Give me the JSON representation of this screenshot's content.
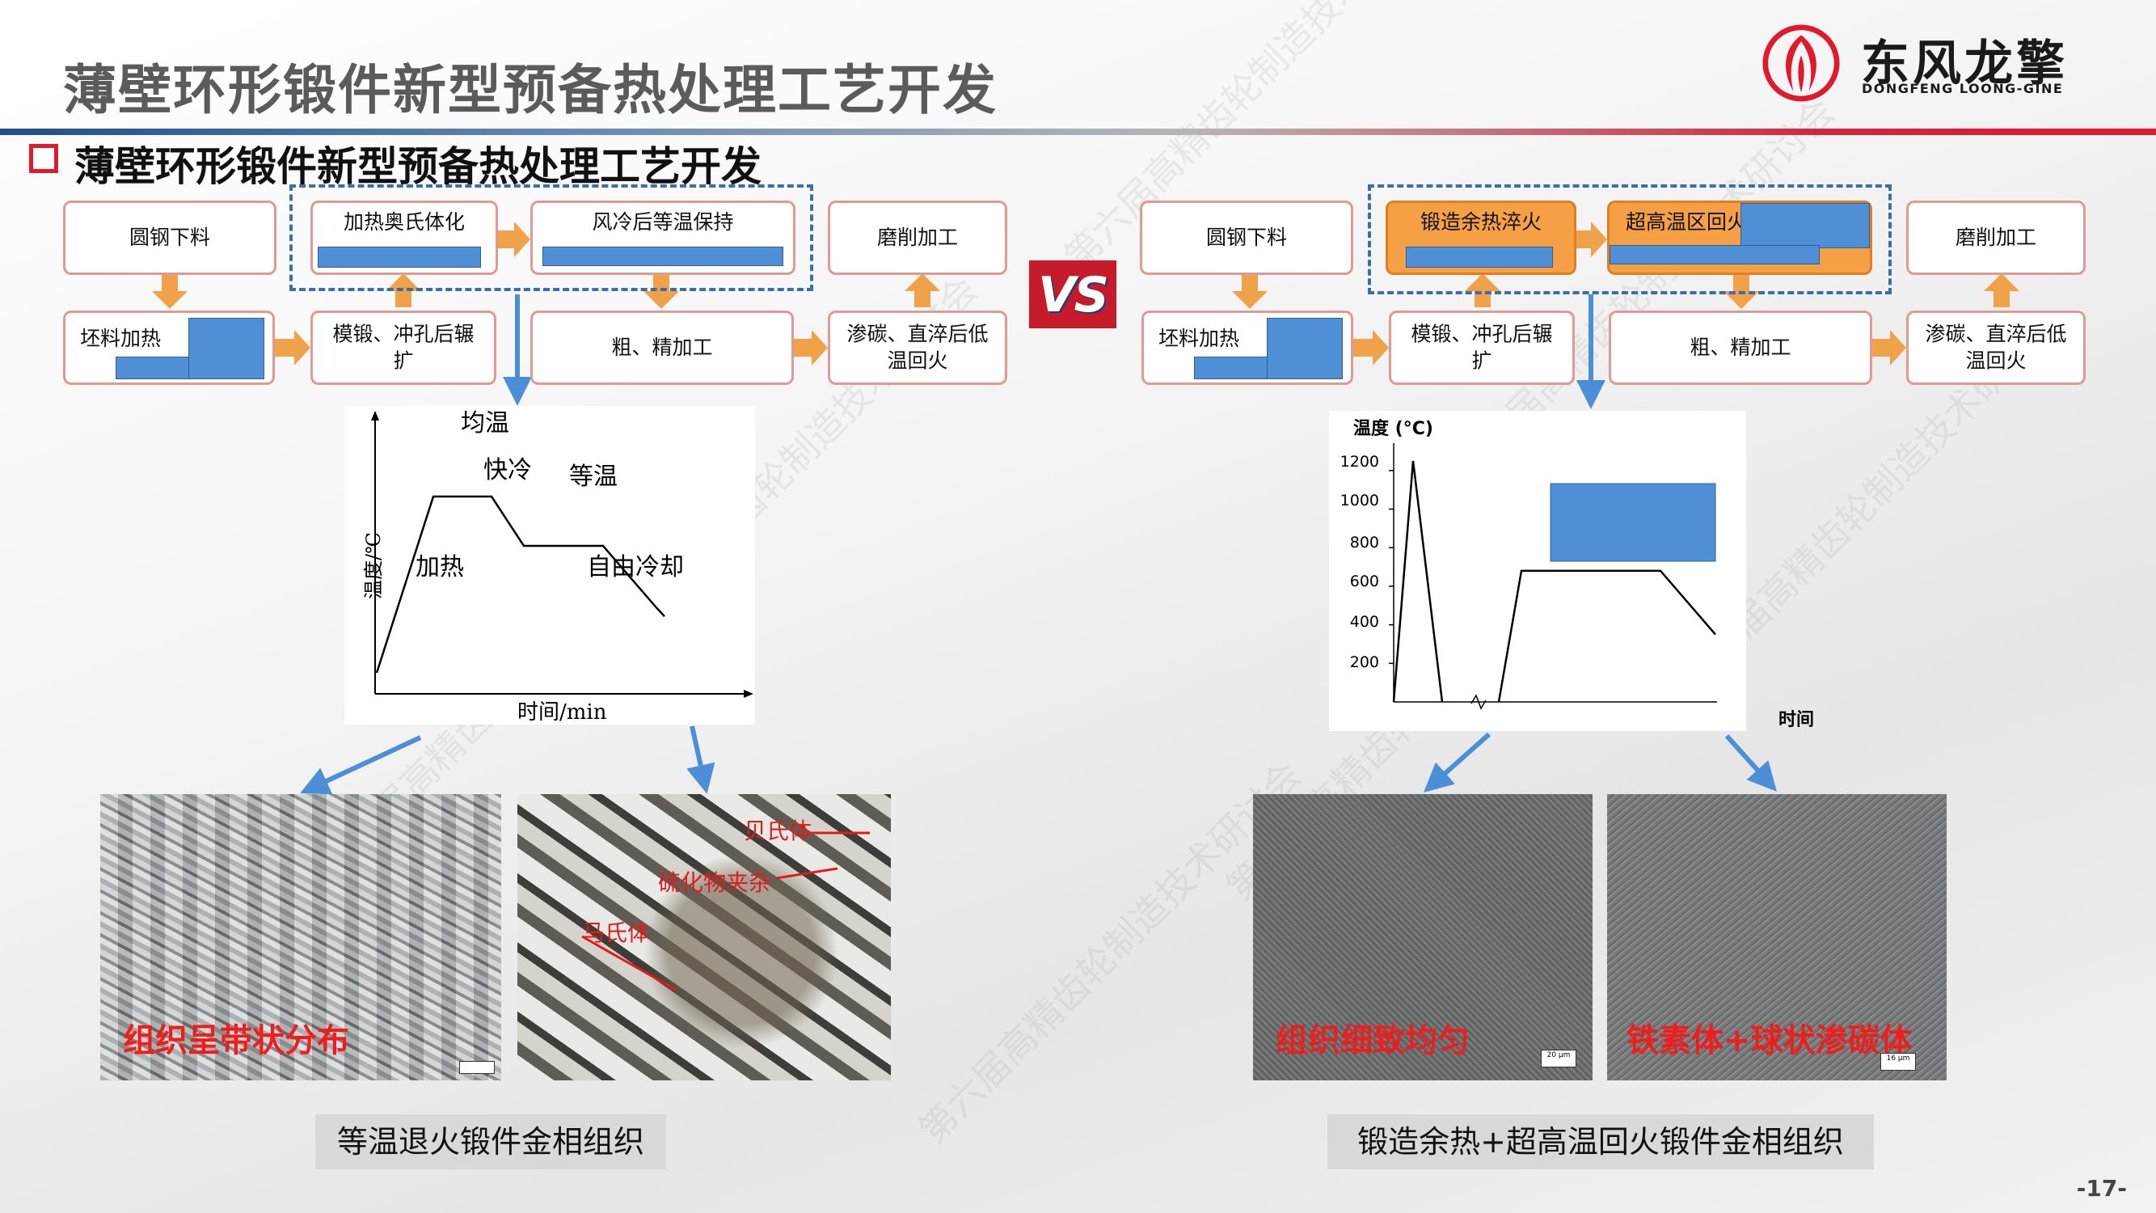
{
  "slide_title": "薄壁环形锻件新型预备热处理工艺开发",
  "logo": {
    "cn": "东风龙擎",
    "en": "DONGFENG LOONG-GINE"
  },
  "section_title": "薄壁环形锻件新型预备热处理工艺开发",
  "vs_label": "VS",
  "left_flow": {
    "blank": "圆钢下料",
    "austenitize": "加热奥氏体化",
    "isothermal": "风冷后等温保持",
    "grind": "磨削加工",
    "heat": "坯料加热",
    "forge": "模锻、冲孔后辗扩",
    "machine": "粗、精加工",
    "carburize": "渗碳、直淬后低温回火"
  },
  "right_flow": {
    "blank": "圆钢下料",
    "quench": "锻造余热淬火",
    "temper": "超高温区回火",
    "grind": "磨削加工",
    "heat": "坯料加热",
    "forge": "模锻、冲孔后辗扩",
    "machine": "粗、精加工",
    "carburize": "渗碳、直淬后低温回火"
  },
  "left_chart": {
    "ylabel": "温度/℃",
    "xlabel": "时间/min",
    "annotations": {
      "soak": "均温",
      "fast_cool": "快冷",
      "iso": "等温",
      "heating": "加热",
      "free_cool": "自由冷却"
    }
  },
  "right_chart": {
    "ylabel": "温度 (°C)",
    "xlabel": "时间",
    "yticks": [
      "1200",
      "1000",
      "800",
      "600",
      "400",
      "200"
    ]
  },
  "chart_data": [
    {
      "type": "line",
      "title": "",
      "xlabel": "时间/min",
      "ylabel": "温度/℃",
      "grid": false,
      "series": [
        {
          "x": [
            0,
            1,
            2,
            3,
            4,
            5
          ],
          "y": [
            0,
            1.0,
            1.0,
            0.72,
            0.72,
            0.38
          ]
        }
      ]
    },
    {
      "type": "line",
      "title": "",
      "xlabel": "时间",
      "ylabel": "温度 (°C)",
      "ylim": [
        0,
        1300
      ],
      "grid": false,
      "series": [
        {
          "x": [
            0,
            1,
            2,
            3,
            4,
            5,
            6
          ],
          "y": [
            0,
            1250,
            0,
            0,
            680,
            680,
            350
          ]
        }
      ]
    }
  ],
  "micro": {
    "m1": {
      "caption": "组织呈带状分布"
    },
    "m2": {
      "bainite": "贝氏体",
      "sulfide": "硫化物夹杂",
      "martensite": "马氏体"
    },
    "m3": {
      "caption": "组织细致均匀",
      "scale": "20 μm"
    },
    "m4": {
      "caption": "铁素体+球状渗碳体",
      "scale": "16 μm"
    }
  },
  "left_caption": "等温退火锻件金相组织",
  "right_caption": "锻造余热+超高温回火锻件金相组织",
  "page_number": "-17-",
  "watermark": "第六届高精齿轮制造技术研讨会",
  "colors": {
    "accent_red": "#e1192f",
    "arrow_orange": "#f0a24b",
    "arrow_blue": "#4a8fd8",
    "box_border": "#e09a92",
    "bar_blue": "#4e8fd6"
  }
}
